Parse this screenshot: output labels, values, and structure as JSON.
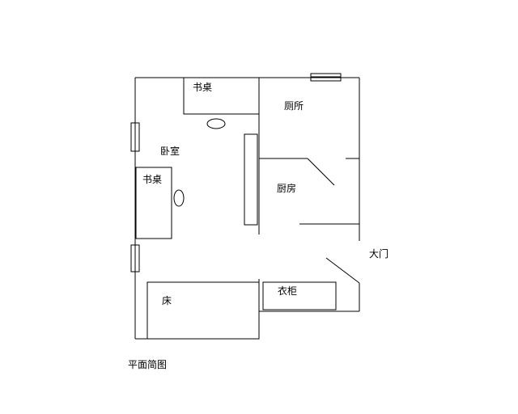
{
  "labels": {
    "desk_top": "书桌",
    "toilet": "厕所",
    "bedroom": "卧室",
    "desk_left": "书桌",
    "kitchen": "厨房",
    "main_door": "大门",
    "wardrobe": "衣柜",
    "bed": "床",
    "caption": "平面简图"
  }
}
